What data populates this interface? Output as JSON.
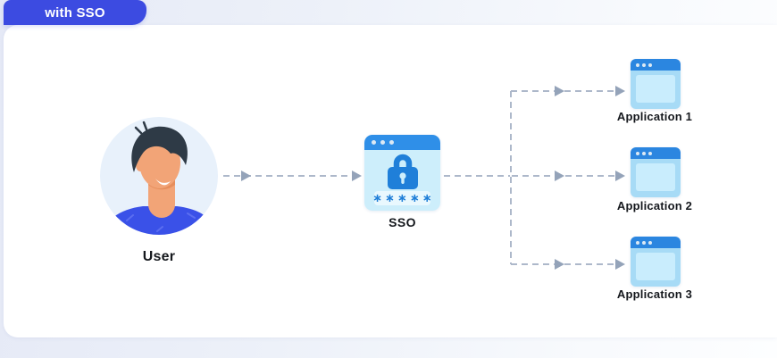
{
  "badge": {
    "label": "with SSO"
  },
  "user": {
    "label": "User"
  },
  "sso": {
    "label": "SSO",
    "password_mask": "∗∗∗∗∗"
  },
  "applications": [
    {
      "label": "Application 1"
    },
    {
      "label": "Application 2"
    },
    {
      "label": "Application 3"
    }
  ],
  "icons": {
    "lock": "padlock-icon",
    "window_controls": "three-dots",
    "connectors": "dashed-arrow-right"
  },
  "colors": {
    "badge_bg": "#3c4be1",
    "badge_text": "#ffffff",
    "card_bg": "#ffffff",
    "page_bg": "#e5e9f6",
    "connector": "#adb8ca",
    "arrowhead": "#94a3b9",
    "sso_header": "#2f8fe8",
    "sso_body": "#cdeefb",
    "lock": "#1f7fd9",
    "password_box": "#e9f8fe",
    "app_header": "#2b86e0",
    "app_body": "#a7dbf6",
    "app_panel": "#c9edfd",
    "avatar_bg": "#e8f1fb",
    "shirt": "#3a51e8",
    "skin": "#f2a477",
    "hair": "#2e3a46",
    "label_text": "#15181d"
  }
}
